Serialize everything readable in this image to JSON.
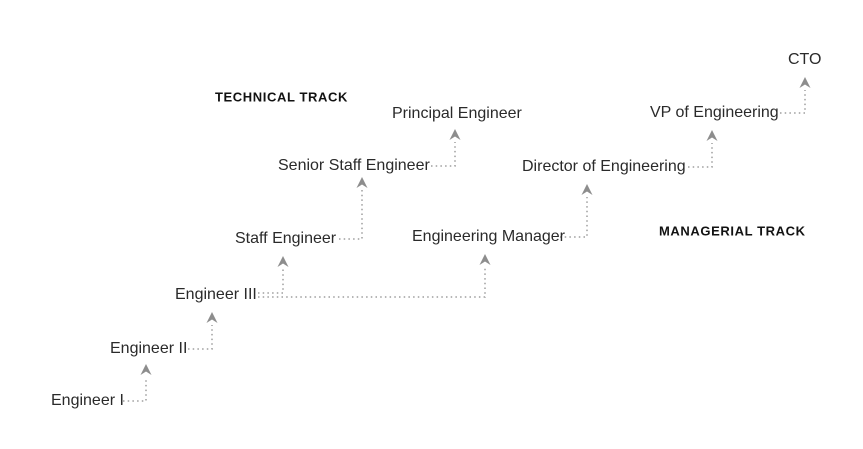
{
  "diagram": {
    "type": "career-ladder-flowchart",
    "tracks": {
      "technical": {
        "label": "TECHNICAL TRACK"
      },
      "managerial": {
        "label": "MANAGERIAL TRACK"
      }
    },
    "nodes": {
      "engineer_i": {
        "label": "Engineer I"
      },
      "engineer_ii": {
        "label": "Engineer II"
      },
      "engineer_iii": {
        "label": "Engineer III"
      },
      "staff_engineer": {
        "label": "Staff Engineer"
      },
      "senior_staff_engineer": {
        "label": "Senior Staff Engineer"
      },
      "principal_engineer": {
        "label": "Principal Engineer"
      },
      "engineering_manager": {
        "label": "Engineering Manager"
      },
      "director_of_engineering": {
        "label": "Director of Engineering"
      },
      "vp_of_engineering": {
        "label": "VP of Engineering"
      },
      "cto": {
        "label": "CTO"
      }
    },
    "edges": [
      {
        "from": "Engineer I",
        "to": "Engineer II"
      },
      {
        "from": "Engineer II",
        "to": "Engineer III"
      },
      {
        "from": "Engineer III",
        "to": "Staff Engineer"
      },
      {
        "from": "Engineer III",
        "to": "Engineering Manager"
      },
      {
        "from": "Staff Engineer",
        "to": "Senior Staff Engineer"
      },
      {
        "from": "Senior Staff Engineer",
        "to": "Principal Engineer"
      },
      {
        "from": "Engineering Manager",
        "to": "Director of Engineering"
      },
      {
        "from": "Director of Engineering",
        "to": "VP of Engineering"
      },
      {
        "from": "VP of Engineering",
        "to": "CTO"
      }
    ],
    "colors": {
      "background": "#ffffff",
      "text": "#2a2a2a",
      "track_label": "#121212",
      "arrow_dots": "#9d9d9d",
      "arrowhead": "#8d8d8d"
    }
  }
}
